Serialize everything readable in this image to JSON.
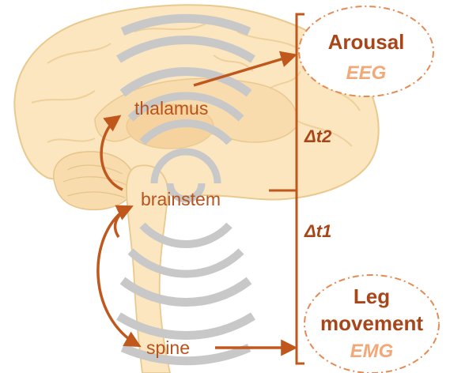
{
  "regions": {
    "thalamus": "thalamus",
    "brainstem": "brainstem",
    "spine": "spine"
  },
  "outputs": {
    "arousal": {
      "title": "Arousal",
      "measure": "EEG"
    },
    "leg": {
      "title_line1": "Leg",
      "title_line2": "movement",
      "measure": "EMG"
    }
  },
  "intervals": {
    "t2": "Δt2",
    "t1": "Δt1"
  },
  "colors": {
    "arrow": "#c0581e",
    "title": "#a8461a",
    "measure": "#f3a878",
    "brain_fill": "#fbe6c0",
    "brain_outline": "#e9c98e",
    "wave": "#c8c8c8"
  },
  "icons": {
    "brain": "brain-sagittal-illustration"
  }
}
